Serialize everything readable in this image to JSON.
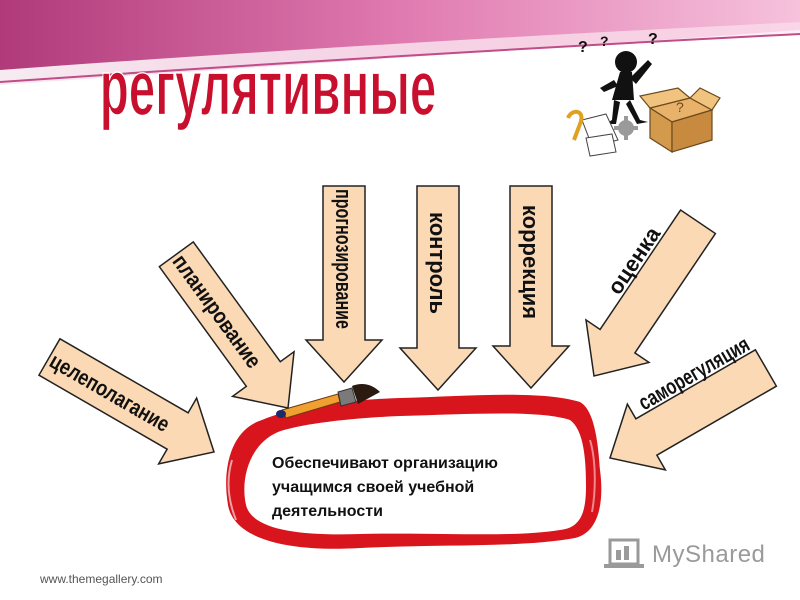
{
  "title": "регулятивные",
  "arrows": [
    {
      "id": "celepolaganie",
      "label": "целеполагание"
    },
    {
      "id": "planirovanie",
      "label": "планирование"
    },
    {
      "id": "prognozirovanie",
      "label": "прогнозирование"
    },
    {
      "id": "kontrol",
      "label": "контроль"
    },
    {
      "id": "korrekciya",
      "label": "коррекция"
    },
    {
      "id": "ocenka",
      "label": "оценка"
    },
    {
      "id": "samoregulyaciya",
      "label": "саморегуляция"
    }
  ],
  "center_text": {
    "line1": "Обеспечивают организацию",
    "line2": "учащимся своей учебной",
    "line3": "деятельности"
  },
  "footer": "www.themegallery.com",
  "logo_text": "MyShared",
  "colors": {
    "arrow_fill": "#fbd9b4",
    "title": "#c8102e",
    "frame": "#d8141c",
    "banner": "#d86aa0"
  },
  "icons": [
    "thinking-figure-icon",
    "question-mark-icon",
    "box-icon",
    "gear-icon",
    "paintbrush-icon",
    "presentation-logo-icon"
  ]
}
